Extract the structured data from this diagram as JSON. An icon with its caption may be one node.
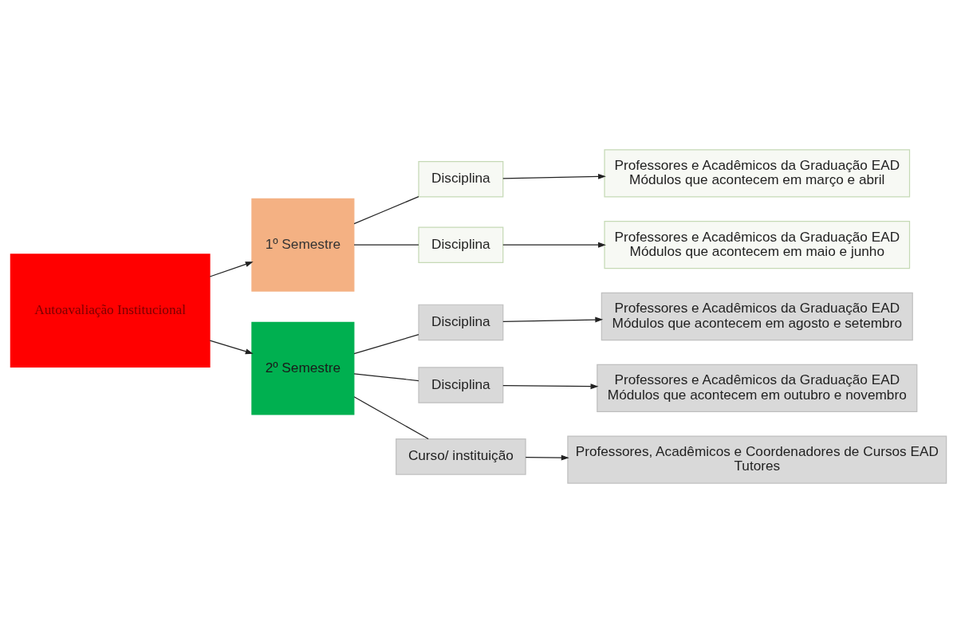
{
  "diagram": {
    "nodes": [
      {
        "text": [
          "Autoavaliação Institucional"
        ]
      },
      {
        "text": [
          "1º Semestre"
        ]
      },
      {
        "text": [
          "Disciplina"
        ]
      },
      {
        "text": [
          "Professores e Acadêmicos da Graduação EAD",
          "Módulos que acontecem em março e abril"
        ]
      },
      {
        "text": [
          "Disciplina"
        ]
      },
      {
        "text": [
          "Professores e Acadêmicos da Graduação EAD",
          "Módulos que acontecem em maio e junho"
        ]
      },
      {
        "text": [
          "2º Semestre"
        ]
      },
      {
        "text": [
          "Disciplina"
        ]
      },
      {
        "text": [
          "Professores e Acadêmicos da Graduação EAD",
          "Módulos que acontecem em agosto e setembro"
        ]
      },
      {
        "text": [
          "Disciplina"
        ]
      },
      {
        "text": [
          "Professores e Acadêmicos da Graduação EAD",
          "Módulos que acontecem em outubro e novembro"
        ]
      },
      {
        "text": [
          "Curso/ instituição"
        ]
      },
      {
        "text": [
          "Professores, Acadêmicos e Coordenadores de Cursos EAD",
          "Tutores"
        ]
      }
    ],
    "edges": [
      {
        "from": 0,
        "to": 1,
        "arrow": "to"
      },
      {
        "from": 0,
        "to": 6,
        "arrow": "to"
      },
      {
        "from": 1,
        "to": 2,
        "arrow": "none"
      },
      {
        "from": 1,
        "to": 4,
        "arrow": "none"
      },
      {
        "from": 2,
        "to": 3,
        "arrow": "to"
      },
      {
        "from": 4,
        "to": 5,
        "arrow": "to"
      },
      {
        "from": 6,
        "to": 7,
        "arrow": "none"
      },
      {
        "from": 6,
        "to": 9,
        "arrow": "none"
      },
      {
        "from": 6,
        "to": 11,
        "arrow": "none"
      },
      {
        "from": 7,
        "to": 8,
        "arrow": "to"
      },
      {
        "from": 9,
        "to": 10,
        "arrow": "to"
      },
      {
        "from": 11,
        "to": 12,
        "arrow": "to"
      }
    ]
  }
}
